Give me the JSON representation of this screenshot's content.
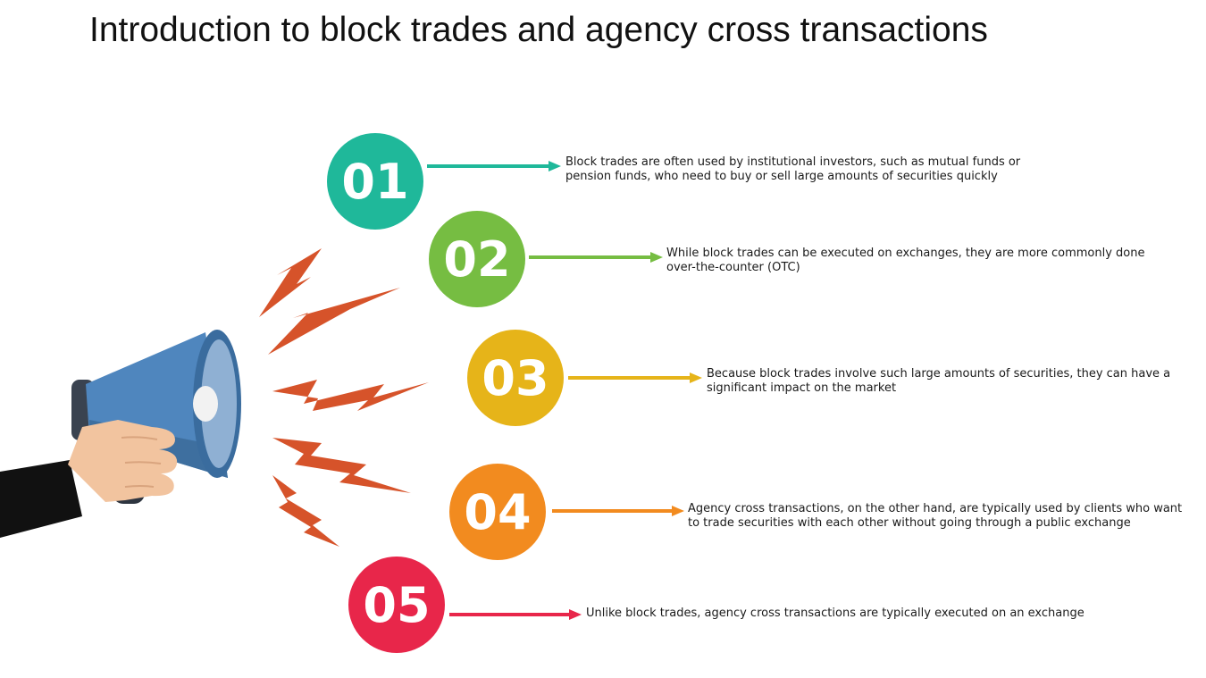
{
  "title": "Introduction to block trades and agency cross transactions",
  "items": [
    {
      "number": "01",
      "color": "#1fb89a",
      "lines": [
        "Block trades are often used by institutional investors, such as mutual funds or",
        "pension funds, who need to buy or sell large amounts of securities quickly"
      ]
    },
    {
      "number": "02",
      "color": "#76bd42",
      "lines": [
        "While block trades can be executed on exchanges, they are more commonly done",
        "over-the-counter (OTC)"
      ]
    },
    {
      "number": "03",
      "color": "#e6b419",
      "lines": [
        "Because block trades involve such large amounts of securities, they can have a",
        "significant impact on the market"
      ]
    },
    {
      "number": "04",
      "color": "#f28b1f",
      "lines": [
        "Agency cross transactions, on the other hand, are typically used by clients who want",
        "to trade securities with each other without going through a public exchange"
      ]
    },
    {
      "number": "05",
      "color": "#e8264a",
      "lines": [
        "Unlike block trades, agency cross transactions are typically executed on an exchange"
      ]
    }
  ],
  "illustration": {
    "icon": "megaphone-icon",
    "bolt_color": "#d6532a",
    "horn_color": "#4f86be"
  }
}
